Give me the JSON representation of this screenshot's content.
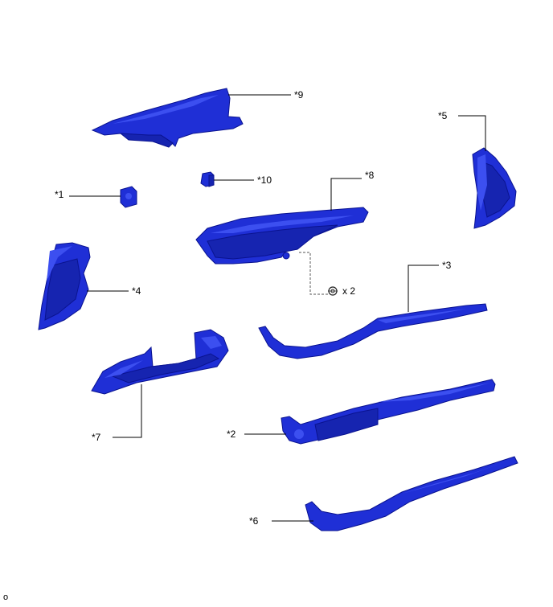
{
  "parts": [
    {
      "id": "part-1",
      "callout": "*1"
    },
    {
      "id": "part-2",
      "callout": "*2"
    },
    {
      "id": "part-3",
      "callout": "*3"
    },
    {
      "id": "part-4",
      "callout": "*4"
    },
    {
      "id": "part-5",
      "callout": "*5"
    },
    {
      "id": "part-6",
      "callout": "*6"
    },
    {
      "id": "part-7",
      "callout": "*7"
    },
    {
      "id": "part-8",
      "callout": "*8"
    },
    {
      "id": "part-9",
      "callout": "*9"
    },
    {
      "id": "part-10",
      "callout": "*10"
    }
  ],
  "fastener": {
    "quantity": "x 2"
  },
  "figure_id": "o",
  "colors": {
    "part_fill": "#1f2fd6",
    "part_stroke": "#0a1390",
    "background": "#ffffff"
  }
}
